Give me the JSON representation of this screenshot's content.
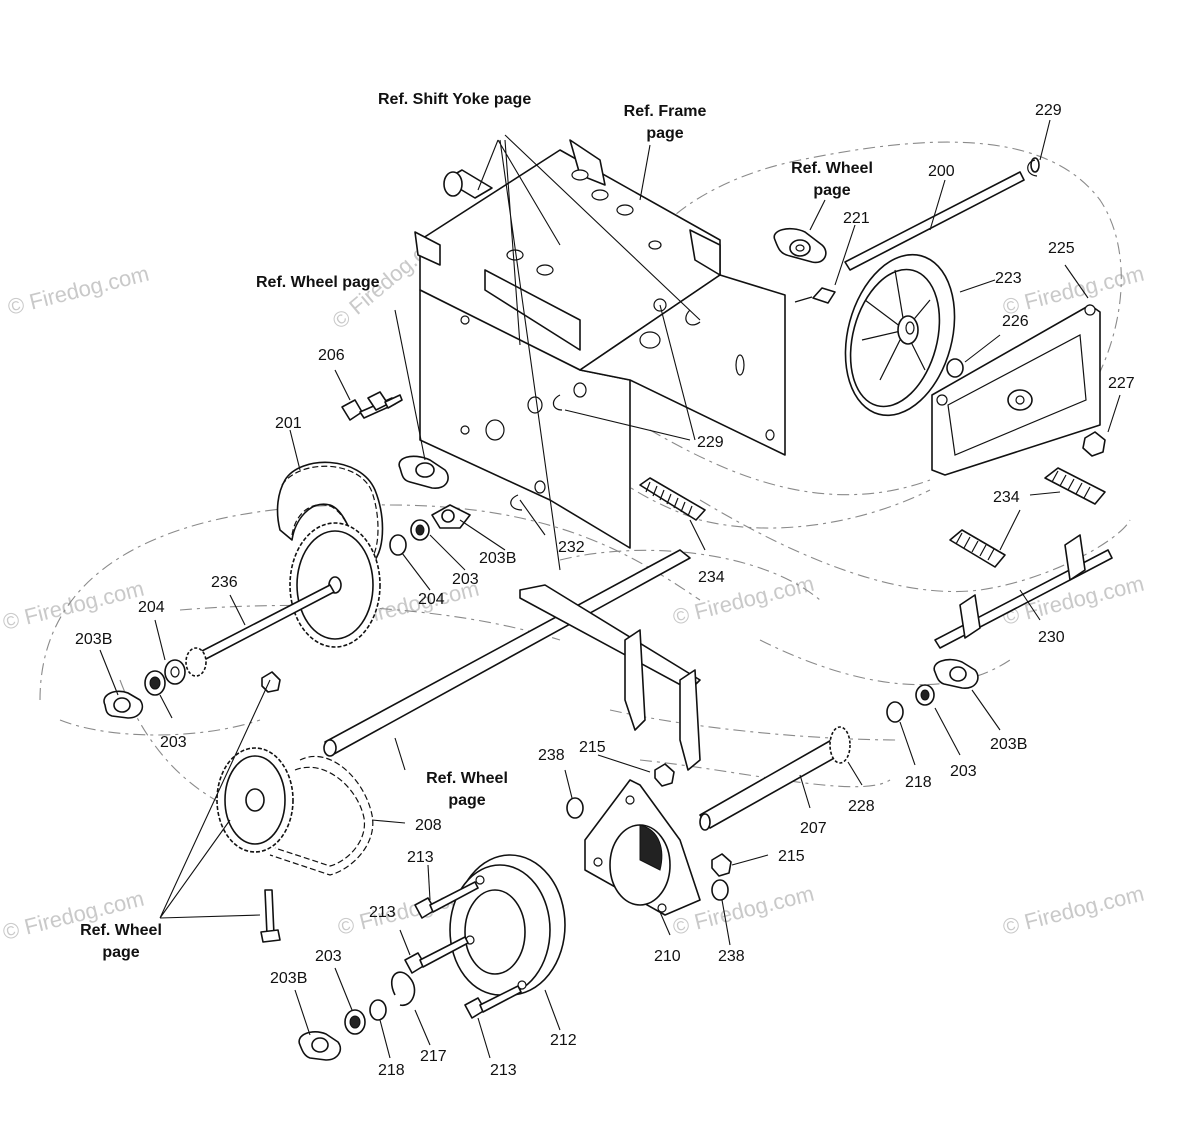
{
  "watermarks": [
    {
      "text": "© Firedog.com"
    },
    {
      "text": "© Firedog.com"
    },
    {
      "text": "© Firedog.com"
    },
    {
      "text": "© Firedog.com"
    },
    {
      "text": "© Firedog.com"
    },
    {
      "text": "© Firedog.com"
    },
    {
      "text": "© Firedog.com"
    },
    {
      "text": "© Firedog.com"
    },
    {
      "text": "© Firedog.com"
    },
    {
      "text": "© Firedog.com"
    },
    {
      "text": "© Firedog.com"
    }
  ],
  "references": {
    "shift_yoke": "Ref. Shift Yoke page",
    "frame_line1": "Ref. Frame",
    "frame_line2": "page",
    "wheel_top_line1": "Ref. Wheel",
    "wheel_top_line2": "page",
    "wheel_left": "Ref. Wheel page",
    "wheel_mid_line1": "Ref. Wheel",
    "wheel_mid_line2": "page",
    "wheel_bottom_line1": "Ref. Wheel",
    "wheel_bottom_line2": "page"
  },
  "part_numbers": {
    "p229a": "229",
    "p200": "200",
    "p221": "221",
    "p225": "225",
    "p223": "223",
    "p226": "226",
    "p227": "227",
    "p206": "206",
    "p201": "201",
    "p229b": "229",
    "p234a": "234",
    "p234b": "234",
    "p203Ba": "203B",
    "p232": "232",
    "p203a": "203",
    "p204a": "204",
    "p236": "236",
    "p204b": "204",
    "p203Bb": "203B",
    "p203b": "203",
    "p230": "230",
    "p203Bc": "203B",
    "p203c": "203",
    "p218a": "218",
    "p228": "228",
    "p207": "207",
    "p238a": "238",
    "p215a": "215",
    "p208": "208",
    "p213a": "213",
    "p215b": "215",
    "p213b": "213",
    "p210": "210",
    "p238b": "238",
    "p203d": "203",
    "p203Bd": "203B",
    "p212": "212",
    "p217": "217",
    "p218b": "218",
    "p213c": "213"
  }
}
